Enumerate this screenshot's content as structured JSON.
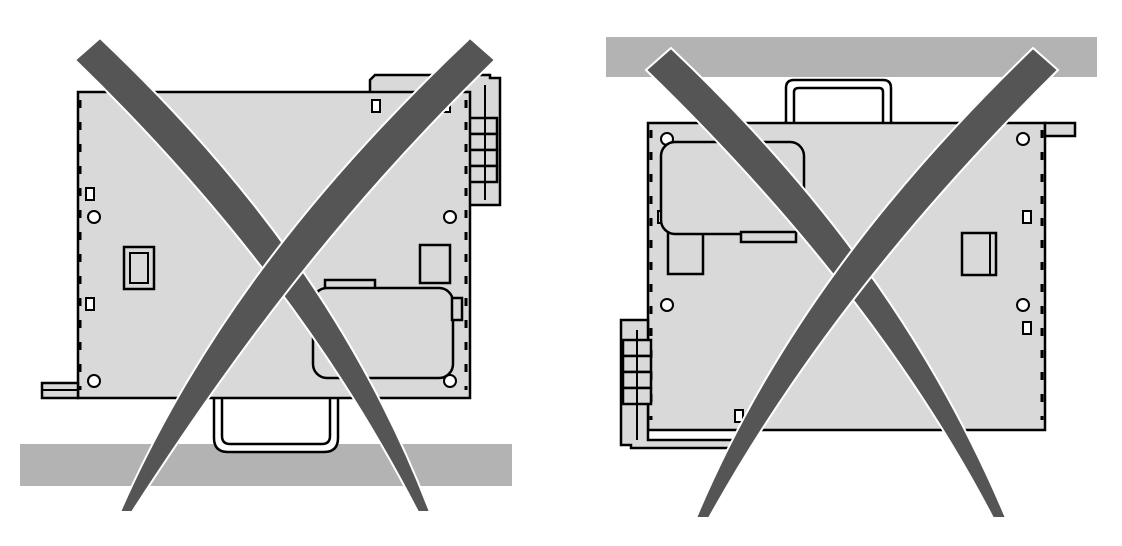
{
  "figure": {
    "panels": [
      {
        "id": "left",
        "orientation": "mounted-upside-down-on-bottom-rail",
        "status": "incorrect",
        "mark": "cross-out"
      },
      {
        "id": "right",
        "orientation": "mounted-rotated-on-top-rail",
        "status": "incorrect",
        "mark": "cross-out"
      }
    ],
    "colors": {
      "device_body": "#d9d9d9",
      "din_rail": "#b3b3b3",
      "cross_mark": "#555555",
      "outline": "#000000"
    },
    "icons": [
      "din-rail",
      "device-enclosure",
      "cross-out-mark"
    ]
  }
}
